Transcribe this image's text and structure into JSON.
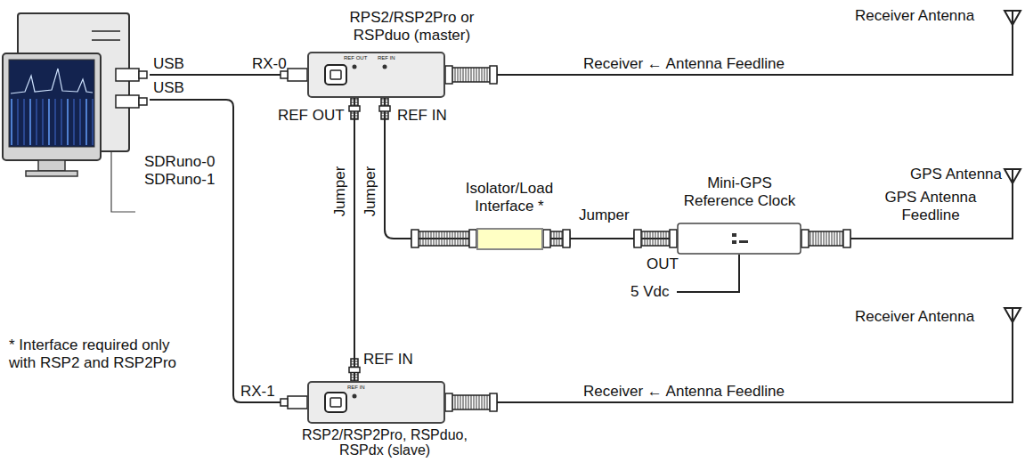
{
  "diagram": {
    "nodes": [
      {
        "text": [
          "SDRuno-0 SDRuno-1"
        ]
      },
      {
        "text": [
          "RPS2/RSP2Pro or RSPduo (master)",
          "REF OUT",
          "REF IN"
        ]
      },
      {
        "text": [
          "Isolator/Load Interface *"
        ]
      },
      {
        "text": [
          "Mini-GPS Reference Clock"
        ]
      },
      {
        "text": [
          "RSP2/RSP2Pro, RSPduo, RSPdx (slave)",
          "REF IN"
        ]
      }
    ],
    "edges": [
      {
        "from": 0,
        "to": 1,
        "arrow": "none",
        "label": "USB"
      },
      {
        "from": 0,
        "to": 4,
        "arrow": "none",
        "label": "USB"
      },
      {
        "from": 1,
        "to": 4,
        "arrow": "none",
        "label": "Jumper"
      },
      {
        "from": 2,
        "to": 1,
        "arrow": "none",
        "label": "Jumper"
      },
      {
        "from": 3,
        "to": 2,
        "arrow": "none",
        "label": "Jumper"
      }
    ],
    "labels": [
      "RX-0",
      "REF OUT",
      "REF IN",
      "Receiver ← Antenna Feedline",
      "Receiver Antenna",
      "OUT",
      "5 Vdc",
      "GPS Antenna",
      "GPS Antenna Feedline",
      "* Interface required only with RSP2 and RSP2Pro",
      "RX-1",
      "REF IN",
      "Receiver ← Antenna Feedline",
      "Receiver Antenna"
    ]
  }
}
